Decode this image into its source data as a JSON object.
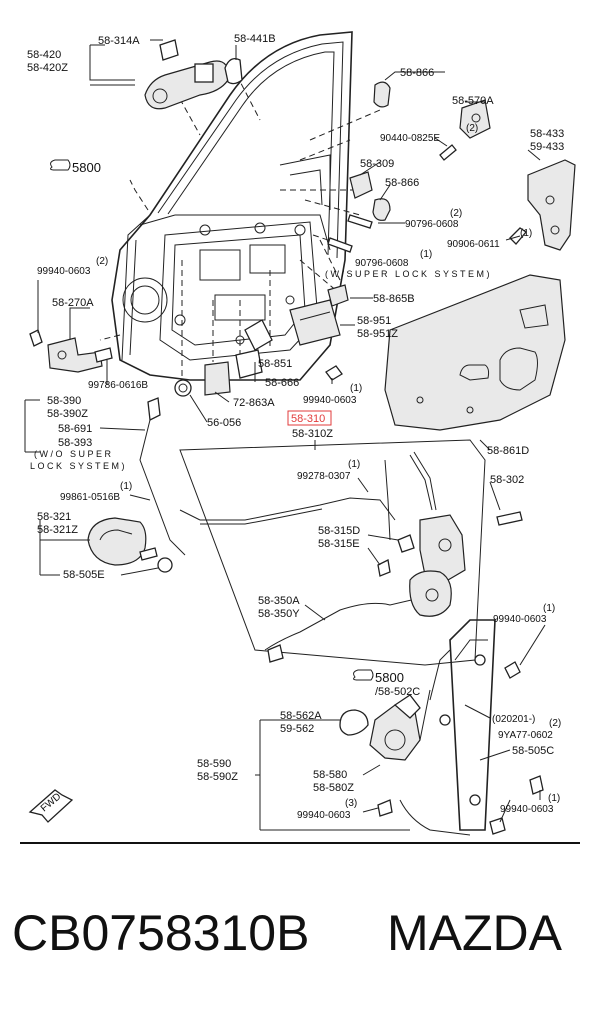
{
  "labels": {
    "p58_420": "58-420",
    "p58_420Z": "58-420Z",
    "p58_314A": "58-314A",
    "p58_441B": "58-441B",
    "p58_866_top": "58-866",
    "p58_570A": "58-570A",
    "q2_a": "(2)",
    "p90440": "90440-0825E",
    "p58_433": "58-433",
    "p59_433": "59-433",
    "p5800_top": "5800",
    "p58_309": "58-309",
    "p58_866_mid": "58-866",
    "q2_b": "(2)",
    "p90796_a": "90796-0608",
    "q1_a": "(1)",
    "p90906": "90906-0611",
    "q2_c": "(2)",
    "p99940_a": "99940-0603",
    "q1_b": "(1)",
    "p90796_b": "90796-0608",
    "super_lock": "(W/SUPER LOCK SYSTEM)",
    "p58_865B": "58-865B",
    "p58_270A": "58-270A",
    "p58_951": "58-951",
    "p58_951Z": "58-951Z",
    "p58_851": "58-851",
    "p58_666": "58-666",
    "p99786": "99786-0616B",
    "q1_c": "(1)",
    "p99940_b": "99940-0603",
    "p58_390": "58-390",
    "p58_390Z": "58-390Z",
    "p72_863A": "72-863A",
    "p58_691": "58-691",
    "p56_056": "56-056",
    "p58_310": "58-310",
    "p58_310Z": "58-310Z",
    "p58_393": "58-393",
    "wo_super_1": "(W/O  SUPER",
    "wo_super_2": "LOCK SYSTEM)",
    "p58_861D": "58-861D",
    "q1_d": "(1)",
    "p99278": "99278-0307",
    "q1_e": "(1)",
    "p99861": "99861-0516B",
    "p58_302": "58-302",
    "p58_321": "58-321",
    "p58_321Z": "58-321Z",
    "p58_315D": "58-315D",
    "p58_315E": "58-315E",
    "p58_505E": "58-505E",
    "p58_350A": "58-350A",
    "p58_350Y": "58-350Y",
    "q1_f": "(1)",
    "p99940_c": "99940-0603",
    "p5800_bot": "5800",
    "p58_502C": "/58-502C",
    "p58_562A": "58-562A",
    "p59_562": "59-562",
    "p020201": "(020201-)",
    "q2_d": "(2)",
    "p9YA77": "9YA77-0602",
    "p58_505C": "58-505C",
    "p58_590": "58-590",
    "p58_590Z": "58-590Z",
    "p58_580": "58-580",
    "p58_580Z": "58-580Z",
    "q1_g": "(1)",
    "p99940_d": "99940-0603",
    "q3": "(3)",
    "p99940_e": "99940-0603",
    "fwd": "FWD"
  },
  "footer": {
    "part_code": "CB0758310B",
    "brand": "MAZDA"
  },
  "highlight_color": "#e23b3b"
}
